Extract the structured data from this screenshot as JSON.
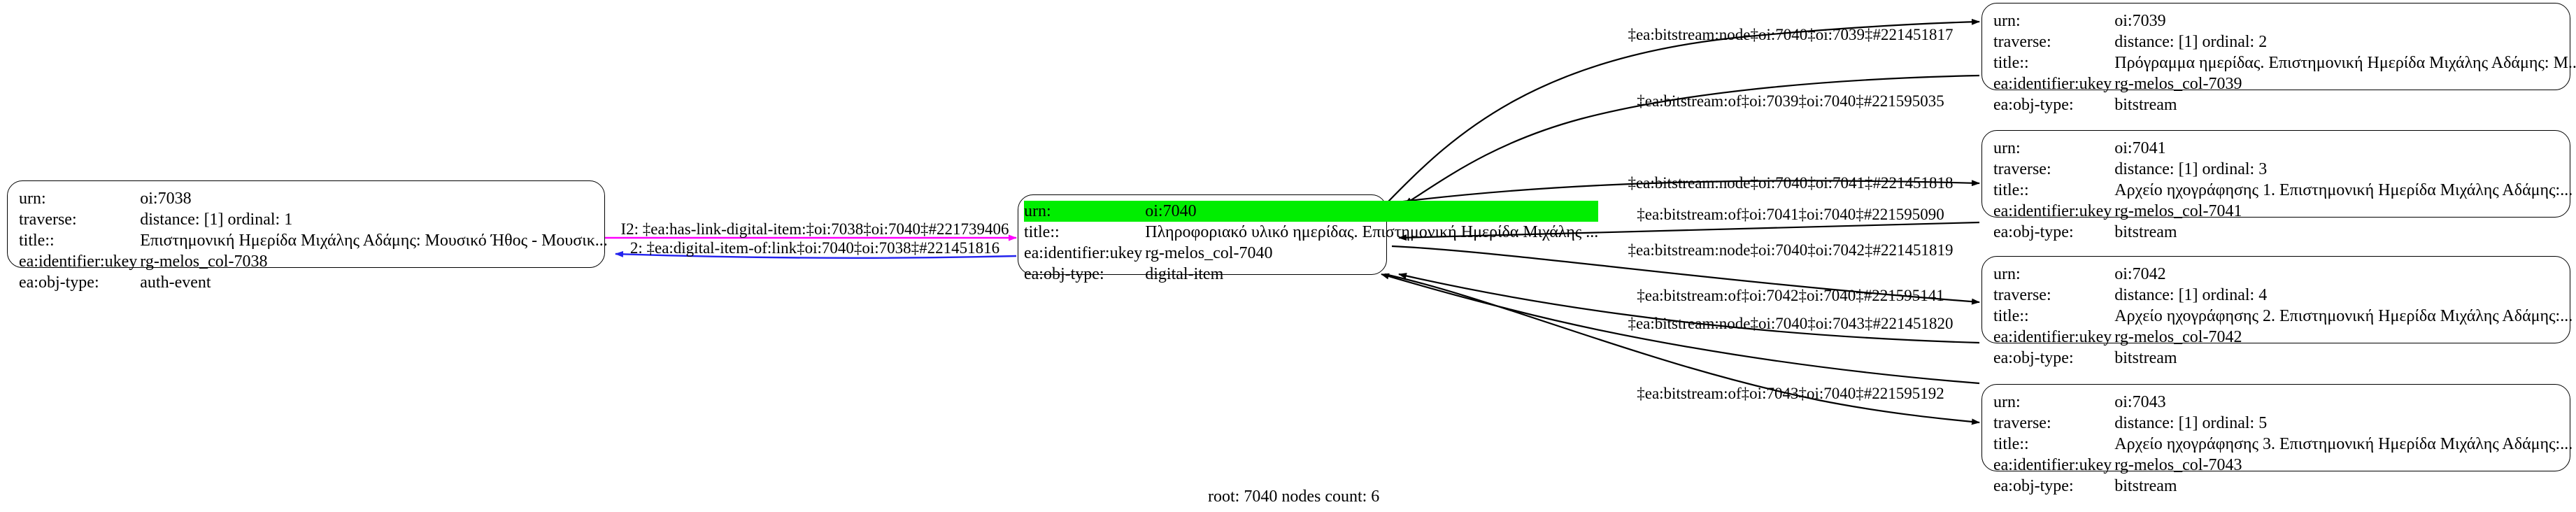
{
  "graph": {
    "caption": "root: 7040 nodes count: 6",
    "colors": {
      "highlight_row": "#00ee00",
      "edge_default": "#000000",
      "edge_out_link": "#ff00ff",
      "edge_in_link": "#2222ee",
      "node_border": "#000000",
      "node_fill": "#ffffff"
    },
    "field_labels": {
      "urn": "urn:",
      "traverse": "traverse:",
      "title": "title::",
      "ukey": "ea:identifier:ukey",
      "objtype": "ea:obj-type:"
    }
  },
  "nodes": [
    {
      "id": "oi-7038",
      "urn": "oi:7038",
      "traverse": "distance: [1]    ordinal: 1",
      "title": "Επιστημονική Ημερίδα Μιχάλης Αδάμης: Μουσικό Ήθος - Μουσικ...",
      "ukey": "rg-melos_col-7038",
      "objtype": "auth-event",
      "highlighted": false
    },
    {
      "id": "oi-7040",
      "urn": "oi:7040",
      "traverse": "",
      "title": "Πληροφοριακό υλικό ημερίδας. Επιστημονική Ημερίδα Μιχάλης ...",
      "ukey": "rg-melos_col-7040",
      "objtype": "digital-item",
      "highlighted": true
    },
    {
      "id": "oi-7039",
      "urn": "oi:7039",
      "traverse": "distance: [1]    ordinal: 2",
      "title": "Πρόγραμμα ημερίδας. Επιστημονική Ημερίδα Μιχάλης Αδάμης: Μ...",
      "ukey": "rg-melos_col-7039",
      "objtype": "bitstream",
      "highlighted": false
    },
    {
      "id": "oi-7041",
      "urn": "oi:7041",
      "traverse": "distance: [1]    ordinal: 3",
      "title": "Αρχείο ηχογράφησης 1. Επιστημονική Ημερίδα Μιχάλης Αδάμης:...",
      "ukey": "rg-melos_col-7041",
      "objtype": "bitstream",
      "highlighted": false
    },
    {
      "id": "oi-7042",
      "urn": "oi:7042",
      "traverse": "distance: [1]    ordinal: 4",
      "title": "Αρχείο ηχογράφησης 2. Επιστημονική Ημερίδα Μιχάλης Αδάμης:...",
      "ukey": "rg-melos_col-7042",
      "objtype": "bitstream",
      "highlighted": false
    },
    {
      "id": "oi-7043",
      "urn": "oi:7043",
      "traverse": "distance: [1]    ordinal: 5",
      "title": "Αρχείο ηχογράφησης 3. Επιστημονική Ημερίδα Μιχάλης Αδάμης:...",
      "ukey": "rg-melos_col-7043",
      "objtype": "bitstream",
      "highlighted": false
    }
  ],
  "edges": [
    {
      "id": "e-7038-out",
      "label": "I2: ‡ea:has-link-digital-item:‡oi:7038‡oi:7040‡#221739406",
      "color": "#ff00ff"
    },
    {
      "id": "e-7038-in",
      "label": "2: ‡ea:digital-item-of:link‡oi:7040‡oi:7038‡#221451816",
      "color": "#2222ee"
    },
    {
      "id": "e-7039-out",
      "label": "‡ea:bitstream:node‡oi:7040‡oi:7039‡#221451817",
      "color": "#000000"
    },
    {
      "id": "e-7039-in",
      "label": "‡ea:bitstream:of‡oi:7039‡oi:7040‡#221595035",
      "color": "#000000"
    },
    {
      "id": "e-7041-out",
      "label": "‡ea:bitstream:node‡oi:7040‡oi:7041‡#221451818",
      "color": "#000000"
    },
    {
      "id": "e-7041-in",
      "label": "‡ea:bitstream:of‡oi:7041‡oi:7040‡#221595090",
      "color": "#000000"
    },
    {
      "id": "e-7042-out",
      "label": "‡ea:bitstream:node‡oi:7040‡oi:7042‡#221451819",
      "color": "#000000"
    },
    {
      "id": "e-7042-in",
      "label": "‡ea:bitstream:of‡oi:7042‡oi:7040‡#221595141",
      "color": "#000000"
    },
    {
      "id": "e-7043-out",
      "label": "‡ea:bitstream:node‡oi:7040‡oi:7043‡#221451820",
      "color": "#000000"
    },
    {
      "id": "e-7043-in",
      "label": "‡ea:bitstream:of‡oi:7043‡oi:7040‡#221595192",
      "color": "#000000"
    }
  ]
}
